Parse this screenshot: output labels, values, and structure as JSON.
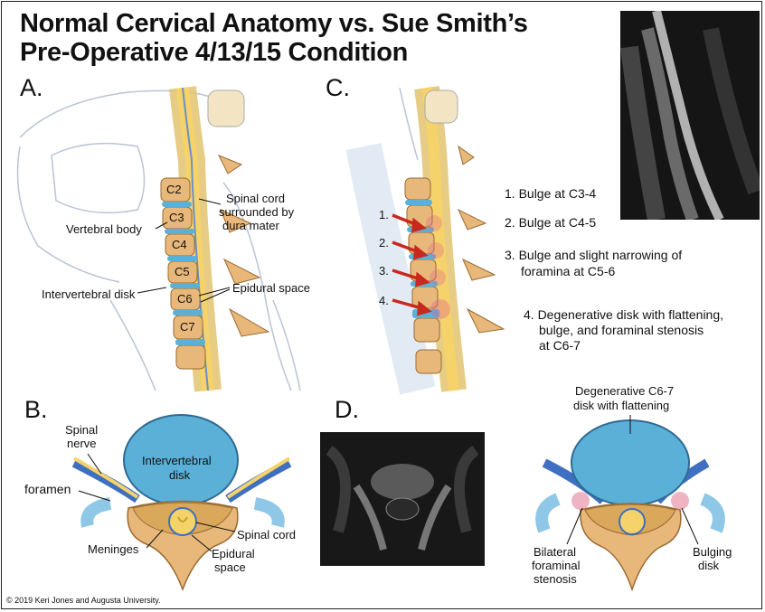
{
  "title_line1": "Normal Cervical Anatomy vs. Sue Smith’s",
  "title_line2": "Pre-Operative 4/13/15 Condition",
  "panels": {
    "a": "A.",
    "b": "B.",
    "c": "C.",
    "d": "D."
  },
  "vertebrae": [
    "C2",
    "C3",
    "C4",
    "C5",
    "C6",
    "C7"
  ],
  "panel_a_labels": {
    "vertebral_body": "Vertebral body",
    "intervertebral_disk": "Intervertebral disk",
    "spinal_cord_1": "Spinal cord",
    "spinal_cord_2": "surrounded by",
    "spinal_cord_3": "dura mater",
    "epidural_space": "Epidural space"
  },
  "panel_b_labels": {
    "spinal_nerve_1": "Spinal",
    "spinal_nerve_2": "nerve",
    "foramen": "foramen",
    "disk_1": "Intervertebral",
    "disk_2": "disk",
    "spinal_cord": "Spinal cord",
    "meninges": "Meninges",
    "epidural_1": "Epidural",
    "epidural_2": "space"
  },
  "panel_c_markers": [
    "1.",
    "2.",
    "3.",
    "4."
  ],
  "panel_c_notes": {
    "n1": "1. Bulge at C3-4",
    "n2": "2. Bulge at C4-5",
    "n3a": "3. Bulge and slight narrowing of",
    "n3b": "foramina at C5-6",
    "n4a": "4. Degenerative disk with flattening,",
    "n4b": "bulge, and foraminal stenosis",
    "n4c": "at C6-7"
  },
  "panel_d_labels": {
    "degen_1": "Degenerative C6-7",
    "degen_2": "disk with flattening",
    "bilateral_1": "Bilateral",
    "bilateral_2": "foraminal",
    "bilateral_3": "stenosis",
    "bulging_1": "Bulging",
    "bulging_2": "disk"
  },
  "copyright": "© 2019 Keri Jones and Augusta University.",
  "colors": {
    "bone": "#e8b87a",
    "disk": "#5bb0d8",
    "cord": "#f6d36a",
    "arrow": "#c8281e"
  }
}
